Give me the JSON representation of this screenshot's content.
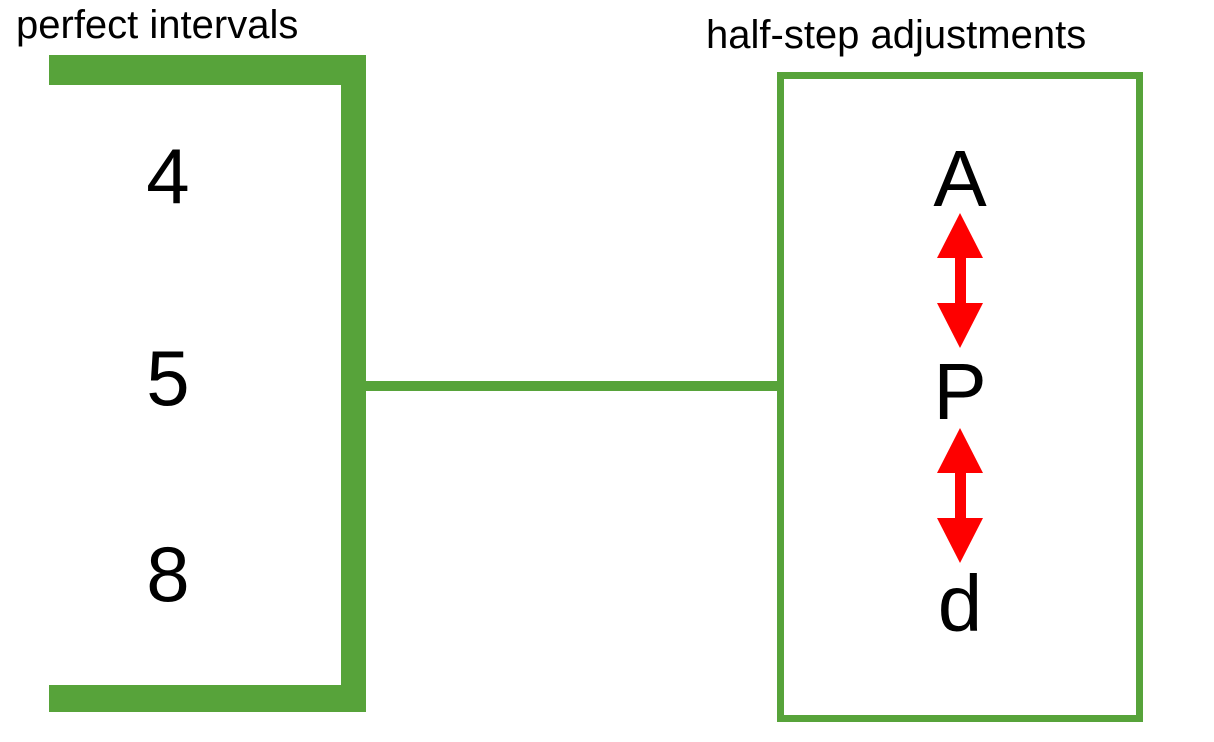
{
  "left_group": {
    "title": "perfect intervals",
    "intervals": [
      "4",
      "5",
      "8"
    ]
  },
  "right_group": {
    "title": "half-step adjustments",
    "qualities": [
      "A",
      "P",
      "d"
    ],
    "arrow_icon": "double-vertical-arrow"
  },
  "colors": {
    "green": "#57a33a",
    "red": "#fe0000",
    "text": "#000000"
  }
}
